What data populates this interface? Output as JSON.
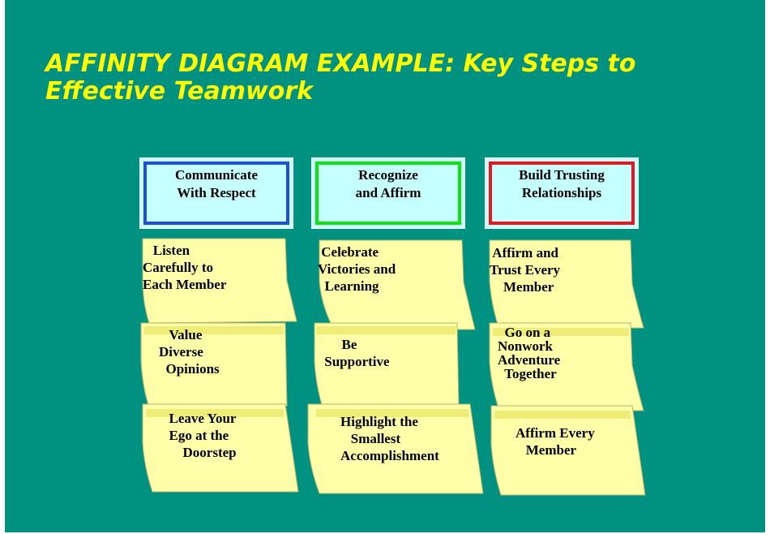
{
  "title": "AFFINITY DIAGRAM EXAMPLE:  Key Steps to Effective Teamwork",
  "colors": {
    "background": "#009180",
    "title": "#ffff00",
    "header_fill": "#c6ffff",
    "note_fill": "#ffffaa",
    "tape": "#eded77"
  },
  "headers": [
    {
      "label": "Communicate\nWith Respect",
      "border_color": "#1f4fd8"
    },
    {
      "label": "Recognize\nand Affirm",
      "border_color": "#11e011"
    },
    {
      "label": "Build Trusting\nRelationships",
      "border_color": "#e8141e"
    }
  ],
  "notes": [
    [
      {
        "text": "   Listen\nCarefully to\nEach Member"
      },
      {
        "text": "   Value\nDiverse\n  Opinions"
      },
      {
        "text": "  Leave Your\n  Ego at the\n      Doorstep"
      }
    ],
    [
      {
        "text": " Celebrate\nVictories and\n  Learning"
      },
      {
        "text": "      Be\n Supportive"
      },
      {
        "text": "Highlight the\n   Smallest\nAccomplishment"
      }
    ],
    [
      {
        "text": " Affirm and\nTrust Every\n    Member"
      },
      {
        "text": "  Go on a\nNonwork\nAdventure\n  Together"
      },
      {
        "text": "Affirm Every\n   Member"
      }
    ]
  ]
}
